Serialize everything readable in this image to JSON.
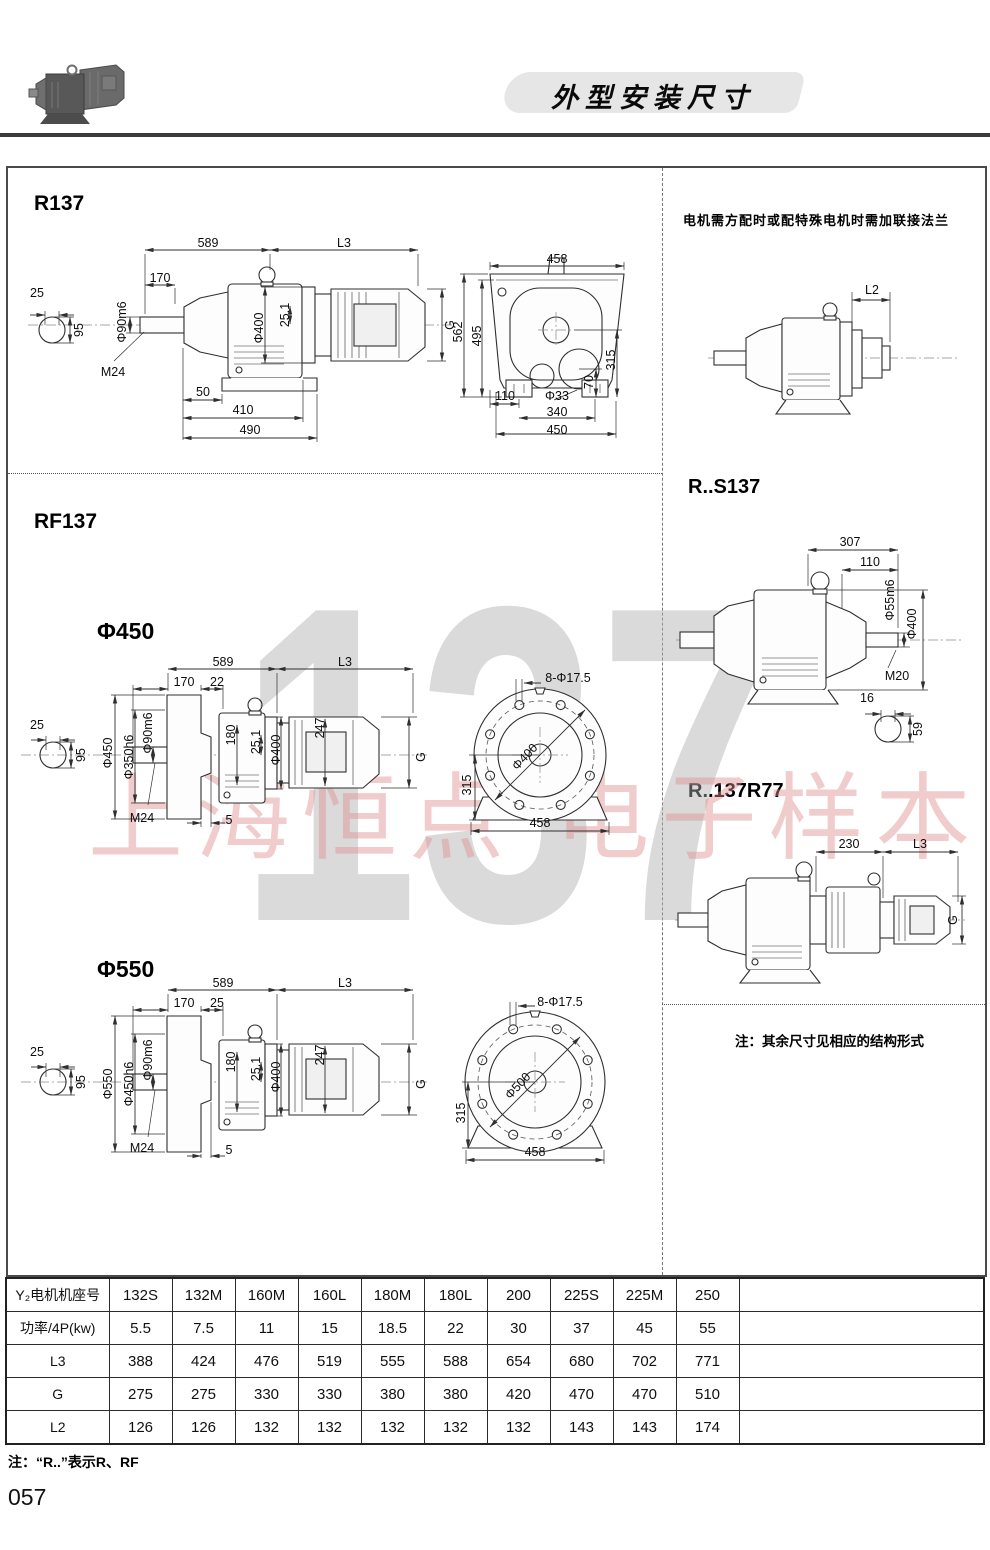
{
  "header": {
    "title": "外型安装尺寸"
  },
  "watermarks": {
    "big": "137",
    "pink": "上海恒点 电子样本"
  },
  "r137": {
    "title": "R137",
    "side": {
      "a589": "589",
      "aL3": "L3",
      "a170": "170",
      "a90": "Φ90m6",
      "a25": "25",
      "a95": "95",
      "aM24": "M24",
      "a400": "Φ400",
      "a251": "25.1",
      "aG": "G",
      "a50": "50",
      "a410": "410",
      "a490": "490"
    },
    "end": {
      "a458": "458",
      "a562": "562",
      "a495": "495",
      "a70": "70",
      "a315": "315",
      "a110": "110",
      "a33": "Φ33",
      "a340": "340",
      "a450": "450"
    }
  },
  "rf137": {
    "title": "RF137",
    "f450": {
      "title": "Φ450",
      "a589": "589",
      "aL3": "L3",
      "a170": "170",
      "a22": "22",
      "a25": "25",
      "a95": "95",
      "aOD": "Φ450",
      "aSP": "Φ350h6",
      "a90": "Φ90m6",
      "a180": "180",
      "a251": "25.1",
      "a400": "Φ400",
      "a247": "247",
      "aG": "G",
      "aM24": "M24",
      "a5": "5",
      "holes": "8-Φ17.5",
      "bc": "Φ400",
      "a315": "315",
      "a458": "458"
    },
    "f550": {
      "title": "Φ550",
      "a589": "589",
      "aL3": "L3",
      "a170": "170",
      "a22": "25",
      "a25": "25",
      "a95": "95",
      "aOD": "Φ550",
      "aSP": "Φ450h6",
      "a90": "Φ90m6",
      "a180": "180",
      "a251": "25.1",
      "a400": "Φ400",
      "a247": "247",
      "aG": "G",
      "aM24": "M24",
      "a5": "5",
      "holes": "8-Φ17.5",
      "bc": "Φ500",
      "a315": "315",
      "a458": "458"
    }
  },
  "right": {
    "note_top": "电机需方配时或配特殊电机时需加联接法兰",
    "aL2": "L2",
    "rs137": {
      "title": "R..S137",
      "a307": "307",
      "a110": "110",
      "a55": "Φ55m6",
      "a400": "Φ400",
      "aM20": "M20",
      "a16": "16",
      "a59": "59"
    },
    "r137r77": {
      "title": "R..137R77",
      "a230": "230",
      "aL3": "L3",
      "aG": "G"
    },
    "note_bottom": "注：其余尺寸见相应的结构形式"
  },
  "table": {
    "rows": [
      {
        "label": "Y₂电机机座号",
        "cells": [
          "132S",
          "132M",
          "160M",
          "160L",
          "180M",
          "180L",
          "200",
          "225S",
          "225M",
          "250"
        ]
      },
      {
        "label": "功率/4P(kw)",
        "cells": [
          "5.5",
          "7.5",
          "11",
          "15",
          "18.5",
          "22",
          "30",
          "37",
          "45",
          "55"
        ]
      },
      {
        "label": "L3",
        "cells": [
          "388",
          "424",
          "476",
          "519",
          "555",
          "588",
          "654",
          "680",
          "702",
          "771"
        ]
      },
      {
        "label": "G",
        "cells": [
          "275",
          "275",
          "330",
          "330",
          "380",
          "380",
          "420",
          "470",
          "470",
          "510"
        ]
      },
      {
        "label": "L2",
        "cells": [
          "126",
          "126",
          "132",
          "132",
          "132",
          "132",
          "132",
          "143",
          "143",
          "174"
        ]
      }
    ]
  },
  "footnote": "注：“R..”表示R、RF",
  "page_number": "057"
}
